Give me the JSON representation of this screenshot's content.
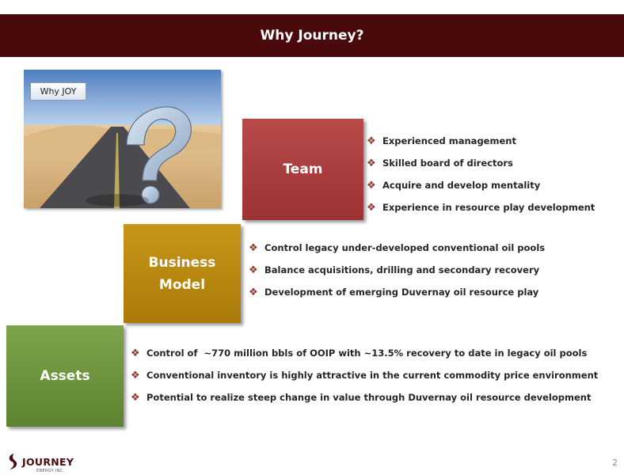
{
  "header": {
    "title": "Why Journey?"
  },
  "photo": {
    "label": "Why JOY",
    "icon": "question-mark-road-photo"
  },
  "team": {
    "label": "Team",
    "color": "#a93c3c",
    "bullets": [
      "Experienced management",
      "Skilled board of directors",
      "Acquire and develop mentality",
      "Experience in resource play development"
    ]
  },
  "business_model": {
    "label_line1": "Business",
    "label_line2": "Model",
    "color": "#b8860b",
    "bullets": [
      "Control legacy under-developed conventional oil pools",
      "Balance acquisitions, drilling and secondary recovery",
      "Development of emerging Duvernay oil resource play"
    ]
  },
  "assets": {
    "label": "Assets",
    "color": "#6f9440",
    "bullets": [
      "Control of  ~770 million bbls of OOIP with ~13.5% recovery to date in legacy oil pools",
      "Conventional inventory is highly attractive in the current commodity price environment",
      "Potential to realize steep change in value through Duvernay oil resource development"
    ]
  },
  "bullet_icon": "diamond-bullet-icon",
  "footer": {
    "logo_name": "JOURNEY",
    "logo_sub": "ENERGY INC.",
    "page_number": "2"
  },
  "colors": {
    "title_bar": "#4a0a0c",
    "bullet_mark": "#8a3b2a"
  }
}
